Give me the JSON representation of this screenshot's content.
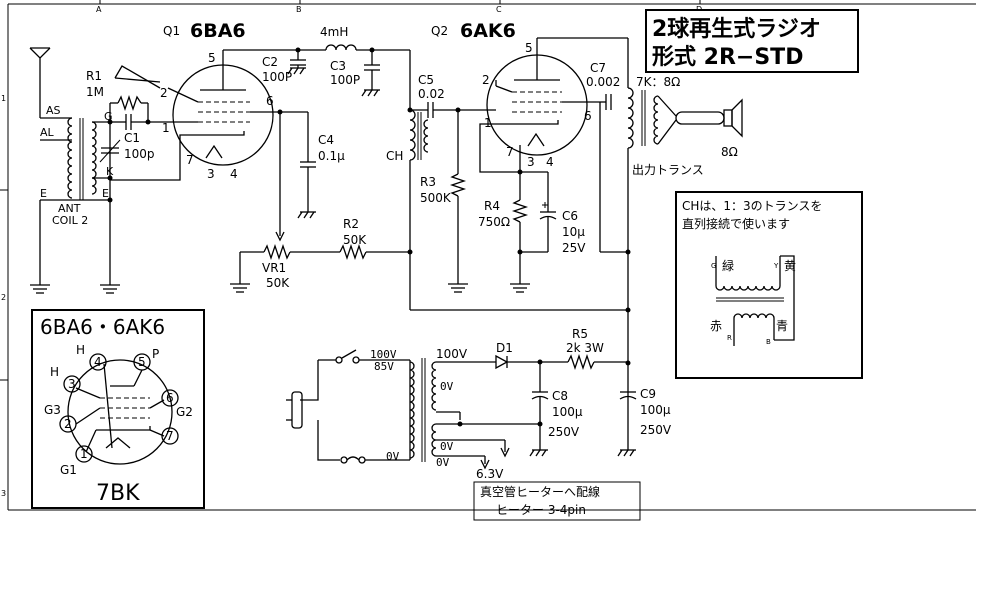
{
  "grid": {
    "cols": [
      "A",
      "B",
      "C",
      "D"
    ],
    "rows": [
      "1",
      "2",
      "3"
    ]
  },
  "title": {
    "line1": "2球再生式ラジオ",
    "line2": "形式  2R−STD"
  },
  "tubes": {
    "q1": {
      "ref": "Q1",
      "type": "6BA6",
      "pins": [
        "5",
        "2",
        "6",
        "1",
        "7",
        "3",
        "4"
      ]
    },
    "q2": {
      "ref": "Q2",
      "type": "6AK6",
      "pins": [
        "5",
        "2",
        "6",
        "1",
        "7",
        "3",
        "4"
      ]
    }
  },
  "components": {
    "r1": {
      "ref": "R1",
      "value": "1M"
    },
    "c1": {
      "ref": "C1",
      "value": "100p"
    },
    "c2": {
      "ref": "C2",
      "value": "100P"
    },
    "l1": {
      "value": "4mH"
    },
    "c3": {
      "ref": "C3",
      "value": "100P"
    },
    "c4": {
      "ref": "C4",
      "value": "0.1μ"
    },
    "c5": {
      "ref": "C5",
      "value": "0.02"
    },
    "ch": {
      "ref": "CH"
    },
    "r3": {
      "ref": "R3",
      "value": "500K"
    },
    "r4": {
      "ref": "R4",
      "value": "750Ω"
    },
    "c6": {
      "ref": "C6",
      "value": "10μ",
      "voltage": "25V"
    },
    "c7": {
      "ref": "C7",
      "value": "0.002"
    },
    "r2": {
      "ref": "R2",
      "value": "50K"
    },
    "vr1": {
      "ref": "VR1",
      "value": "50K"
    },
    "out": {
      "ratio": "7K：8Ω",
      "label": "出力トランス"
    },
    "speaker": {
      "value": "8Ω"
    },
    "d1": {
      "ref": "D1"
    },
    "r5": {
      "ref": "R5",
      "value": "2k  3W"
    },
    "c8": {
      "ref": "C8",
      "value": "100μ",
      "voltage": "250V"
    },
    "c9": {
      "ref": "C9",
      "value": "100μ",
      "voltage": "250V"
    }
  },
  "coil": {
    "as": "AS",
    "al": "AL",
    "g": "G",
    "k": "K",
    "e_left": "E",
    "e_right": "E",
    "name1": "ANT",
    "name2": "COIL 2"
  },
  "power": {
    "tap100_in": "100V",
    "tap85": "85V",
    "zero_in": "0V",
    "tap100_out": "100V",
    "zero1": "0V",
    "zero2": "0V",
    "zero3": "0V",
    "heater_v": "6.3V",
    "heater_note1": "真空管ヒーターへ配線",
    "heater_note2": "ヒーター  3-4pin"
  },
  "pinout": {
    "title": "6BA6・6AK6",
    "base": "7BK",
    "pins": [
      "1",
      "2",
      "3",
      "4",
      "5",
      "6",
      "7"
    ],
    "labels": {
      "g1": "G1",
      "g3": "G3",
      "h1": "H",
      "h2": "H",
      "p": "P",
      "g2": "G2"
    }
  },
  "choke_note": {
    "line1": "CHは、1：3のトランスを",
    "line2": "直列接続で使います",
    "green": "緑",
    "yellow": "黄",
    "red": "赤",
    "blue": "青",
    "tag_g": "G",
    "tag_y": "Y",
    "tag_r": "R",
    "tag_b": "B"
  }
}
